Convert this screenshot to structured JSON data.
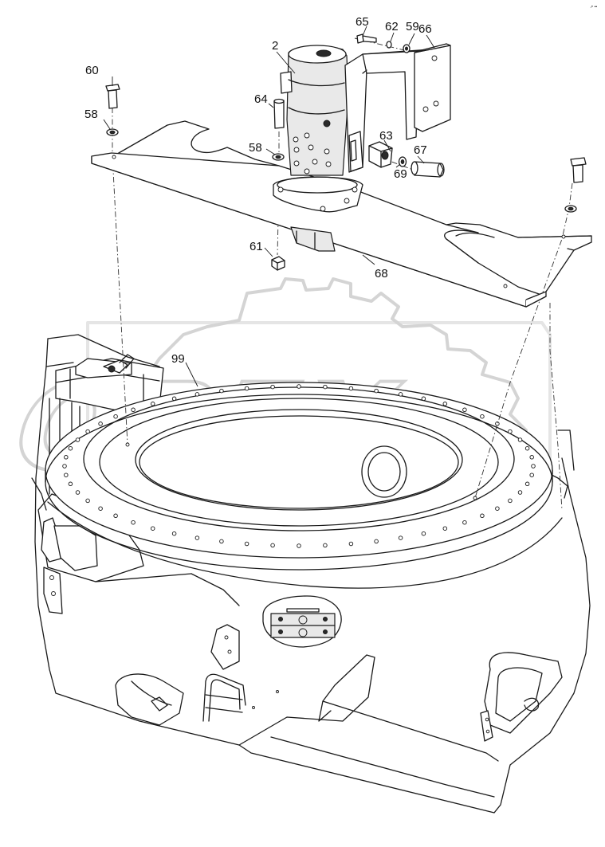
{
  "watermark": {
    "text": "OPEX"
  },
  "corner_mark": "↗ ••",
  "callouts": [
    {
      "id": "c65",
      "label": "65",
      "name": "callout-65"
    },
    {
      "id": "c62",
      "label": "62",
      "name": "callout-62"
    },
    {
      "id": "c59",
      "label": "59",
      "name": "callout-59"
    },
    {
      "id": "c66",
      "label": "66",
      "name": "callout-66"
    },
    {
      "id": "c2",
      "label": "2",
      "name": "callout-2"
    },
    {
      "id": "c60",
      "label": "60",
      "name": "callout-60"
    },
    {
      "id": "c64",
      "label": "64",
      "name": "callout-64"
    },
    {
      "id": "c58a",
      "label": "58",
      "name": "callout-58-left"
    },
    {
      "id": "c58b",
      "label": "58",
      "name": "callout-58-center"
    },
    {
      "id": "c63",
      "label": "63",
      "name": "callout-63"
    },
    {
      "id": "c67",
      "label": "67",
      "name": "callout-67"
    },
    {
      "id": "c69",
      "label": "69",
      "name": "callout-69"
    },
    {
      "id": "c61",
      "label": "61",
      "name": "callout-61"
    },
    {
      "id": "c68",
      "label": "68",
      "name": "callout-68"
    },
    {
      "id": "c99",
      "label": "99",
      "name": "callout-99"
    }
  ]
}
